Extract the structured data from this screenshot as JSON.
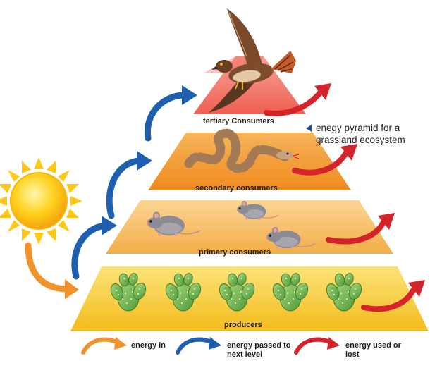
{
  "title_note": "enegy pyramid for a grassland ecosystem",
  "levels": {
    "tertiary": "tertiary Consumers",
    "secondary": "secondary consumers",
    "primary": "primary consumers",
    "producers": "producers"
  },
  "legend": {
    "energy_in": "energy in",
    "energy_passed": "energy passed to next level",
    "energy_lost": "energy used or lost"
  },
  "colors": {
    "tertiary": "#f2715e",
    "secondary": "#f39a2c",
    "primary": "#f7c06a",
    "producers": "#f6cc2c",
    "energy_in": "#f0932b",
    "energy_passed": "#1f5fb0",
    "energy_lost": "#d4232a"
  },
  "icons": [
    "sun-icon",
    "hawk-icon",
    "snake-icon",
    "mouse-icon",
    "cactus-icon"
  ]
}
